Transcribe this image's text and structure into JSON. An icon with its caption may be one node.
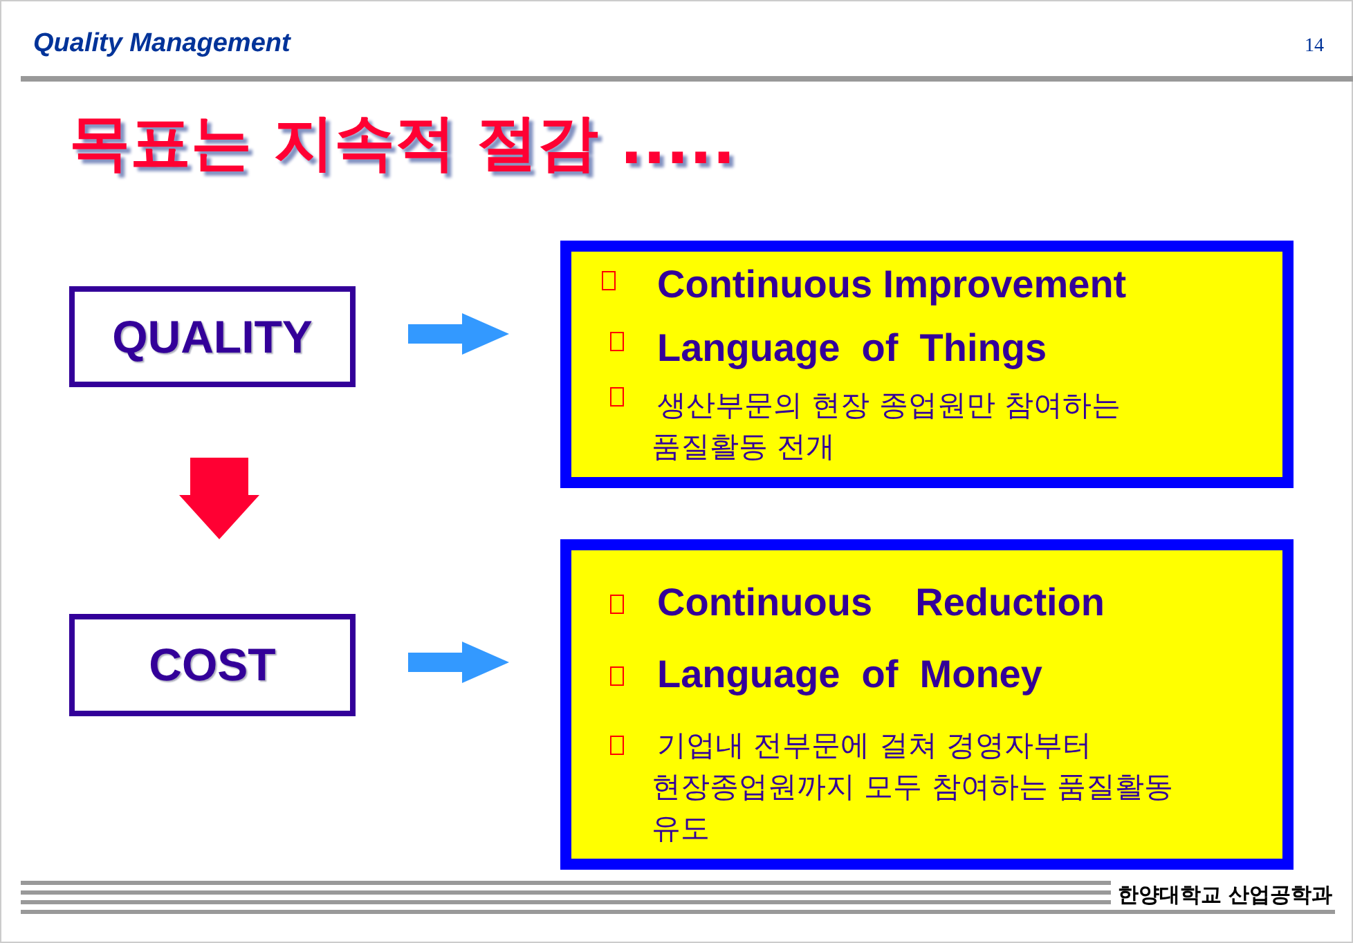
{
  "diagram": {
    "title": "목표는 지속적 절감 .....",
    "nodes": [
      {
        "text": [
          "QUALITY"
        ]
      },
      {
        "text": [
          "Continuous Improvement",
          "Language  of  Things",
          "생산부문의 현장 종업원만  참여하는 품질활동 전개"
        ]
      },
      {
        "text": [
          "COST"
        ]
      },
      {
        "text": [
          "Continuous    Reduction",
          "Language  of  Money",
          "기업내 전부문에 걸쳐 경영자부터 현장종업원까지 모두  참여하는 품질활동 유도"
        ]
      }
    ],
    "edges": [
      {
        "from": 0,
        "to": 1,
        "arrow": "to",
        "color": "#3399ff"
      },
      {
        "from": 0,
        "to": 2,
        "arrow": "to",
        "color": "#ff0033"
      },
      {
        "from": 2,
        "to": 3,
        "arrow": "to",
        "color": "#3399ff"
      }
    ],
    "labels": [
      "Quality Management",
      "14",
      "한양대학교 산업공학과"
    ]
  }
}
